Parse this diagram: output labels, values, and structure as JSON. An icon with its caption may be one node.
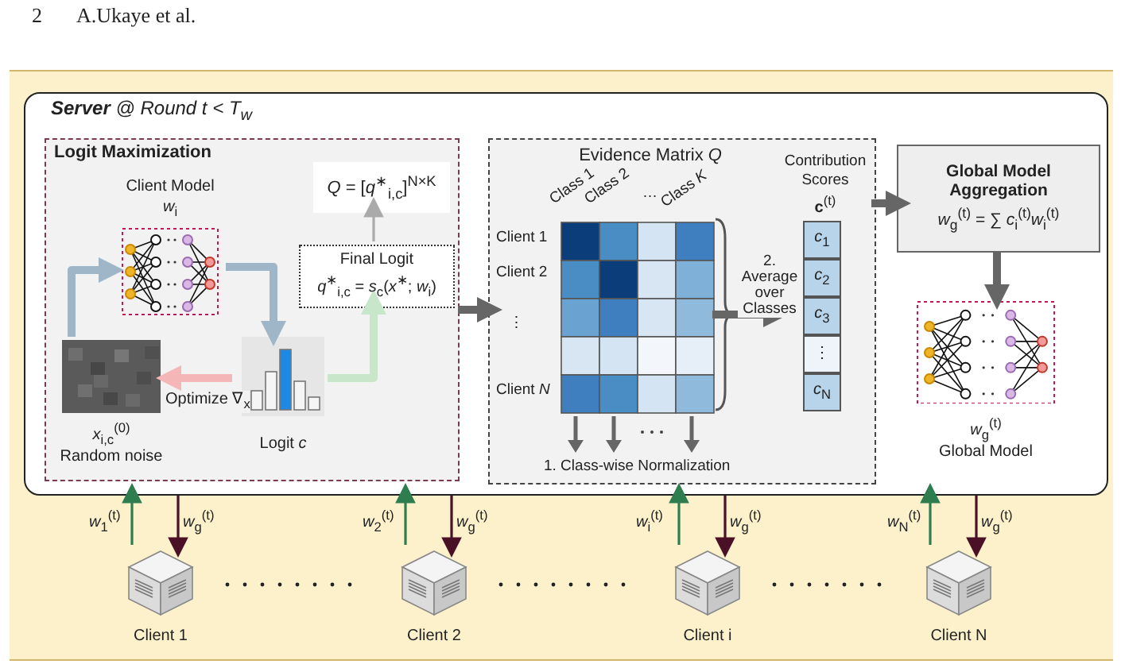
{
  "diagram": {
    "nodes": [
      {
        "text": [
          "**Server** @ Round *t* < *T*$_{w}$"
        ]
      },
      {
        "text": [
          "Logit Maximization"
        ],
        "in": 0
      },
      {
        "text": [
          "Client Model",
          "*w*$_{i}$"
        ],
        "in": 1
      },
      {
        "text": [
          "Logit *c*"
        ],
        "in": 1
      },
      {
        "text": [
          "*x*$_{i,c}$$^{(0)}$",
          "Random noise"
        ],
        "in": 1
      },
      {
        "text": [
          "Final Logit",
          "*q*$^{∗}$$_{i,c}$ = *s*$_{c}$(*x*$^{∗}$; *w*$_{i}$)"
        ],
        "in": 1
      },
      {
        "text": [
          "*Q* = [*q*$^{∗}$$_{i,c}$]$^{N×K}$"
        ],
        "in": 1
      },
      {
        "text": [
          "Evidence Matrix *Q*"
        ],
        "in": 0
      },
      {
        "text": [],
        "shape": "box",
        "in": 7
      },
      {
        "text": [
          "Contribution Scores",
          "**c**$^{(t)}$"
        ],
        "in": 7
      },
      {
        "text": [
          "*c*$_{1}$"
        ],
        "in": 9
      },
      {
        "text": [
          "*c*$_{2}$"
        ],
        "in": 9
      },
      {
        "text": [
          "*c*$_{3}$"
        ],
        "in": 9
      },
      {
        "text": [
          "⋮"
        ],
        "in": 9
      },
      {
        "text": [
          "*c*$_{N}$"
        ],
        "in": 9
      },
      {
        "text": [
          "Global Model Aggregation",
          "*w*$_{g}$$^{(t)}$ = ∑ *c*$_{i}$$^{(t)}$*w*$_{i}$$^{(t)}$"
        ],
        "in": 0
      },
      {
        "text": [
          "*w*$_{g}$$^{(t)}$",
          "Global Model"
        ],
        "in": 0
      },
      {
        "text": [
          "Client 1"
        ]
      },
      {
        "text": [
          "Client 2"
        ]
      },
      {
        "text": [
          "Client i"
        ]
      },
      {
        "text": [
          "Client N"
        ]
      }
    ],
    "edges": [
      {
        "from": 4,
        "to": 2,
        "arrow": "to",
        "style": "thick",
        "color": "#9fb6c8"
      },
      {
        "from": 2,
        "to": 3,
        "arrow": "to",
        "style": "thick",
        "color": "#9fb6c8"
      },
      {
        "from": 3,
        "to": 4,
        "arrow": "to",
        "label": "Optimize ∇$_{x}$",
        "style": "thick",
        "color": "#f4b6b6"
      },
      {
        "from": 3,
        "to": 5,
        "arrow": "to",
        "style": "thick",
        "color": "#c8e6c9"
      },
      {
        "from": 5,
        "to": 6,
        "arrow": "to",
        "color": "#aaaaaa"
      },
      {
        "from": 1,
        "to": 7,
        "arrow": "to",
        "style": "thick"
      },
      {
        "from": 8,
        "to": 9,
        "arrow": "to",
        "label": "2. Average over Classes",
        "style": "thick"
      },
      {
        "from": 9,
        "to": 15,
        "arrow": "to",
        "style": "thick"
      },
      {
        "from": 15,
        "to": 16,
        "arrow": "to",
        "style": "thick"
      },
      {
        "from": 17,
        "to": 0,
        "arrow": "to",
        "label": "*w*$_{1}$$^{(t)}$",
        "color": "#2e7d4f"
      },
      {
        "from": 0,
        "to": 17,
        "arrow": "to",
        "label": "*w*$_{g}$$^{(t)}$",
        "color": "#4a1025"
      },
      {
        "from": 18,
        "to": 0,
        "arrow": "to",
        "label": "*w*$_{2}$$^{(t)}$",
        "color": "#2e7d4f"
      },
      {
        "from": 0,
        "to": 18,
        "arrow": "to",
        "label": "*w*$_{g}$$^{(t)}$",
        "color": "#4a1025"
      },
      {
        "from": 19,
        "to": 0,
        "arrow": "to",
        "label": "*w*$_{i}$$^{(t)}$",
        "color": "#2e7d4f"
      },
      {
        "from": 0,
        "to": 19,
        "arrow": "to",
        "label": "*w*$_{g}$$^{(t)}$",
        "color": "#4a1025"
      },
      {
        "from": 20,
        "to": 0,
        "arrow": "to",
        "label": "*w*$_{N}$$^{(t)}$",
        "color": "#2e7d4f"
      },
      {
        "from": 0,
        "to": 20,
        "arrow": "to",
        "label": "*w*$_{g}$$^{(t)}$",
        "color": "#4a1025"
      }
    ],
    "labels": [
      "2",
      "A.Ukaye et al.",
      "Class 1",
      "Class 2",
      "…",
      "Class *K*",
      "Client 1",
      "Client 2",
      "⋮",
      "Client *N*",
      "1. Class-wise Normalization"
    ]
  }
}
